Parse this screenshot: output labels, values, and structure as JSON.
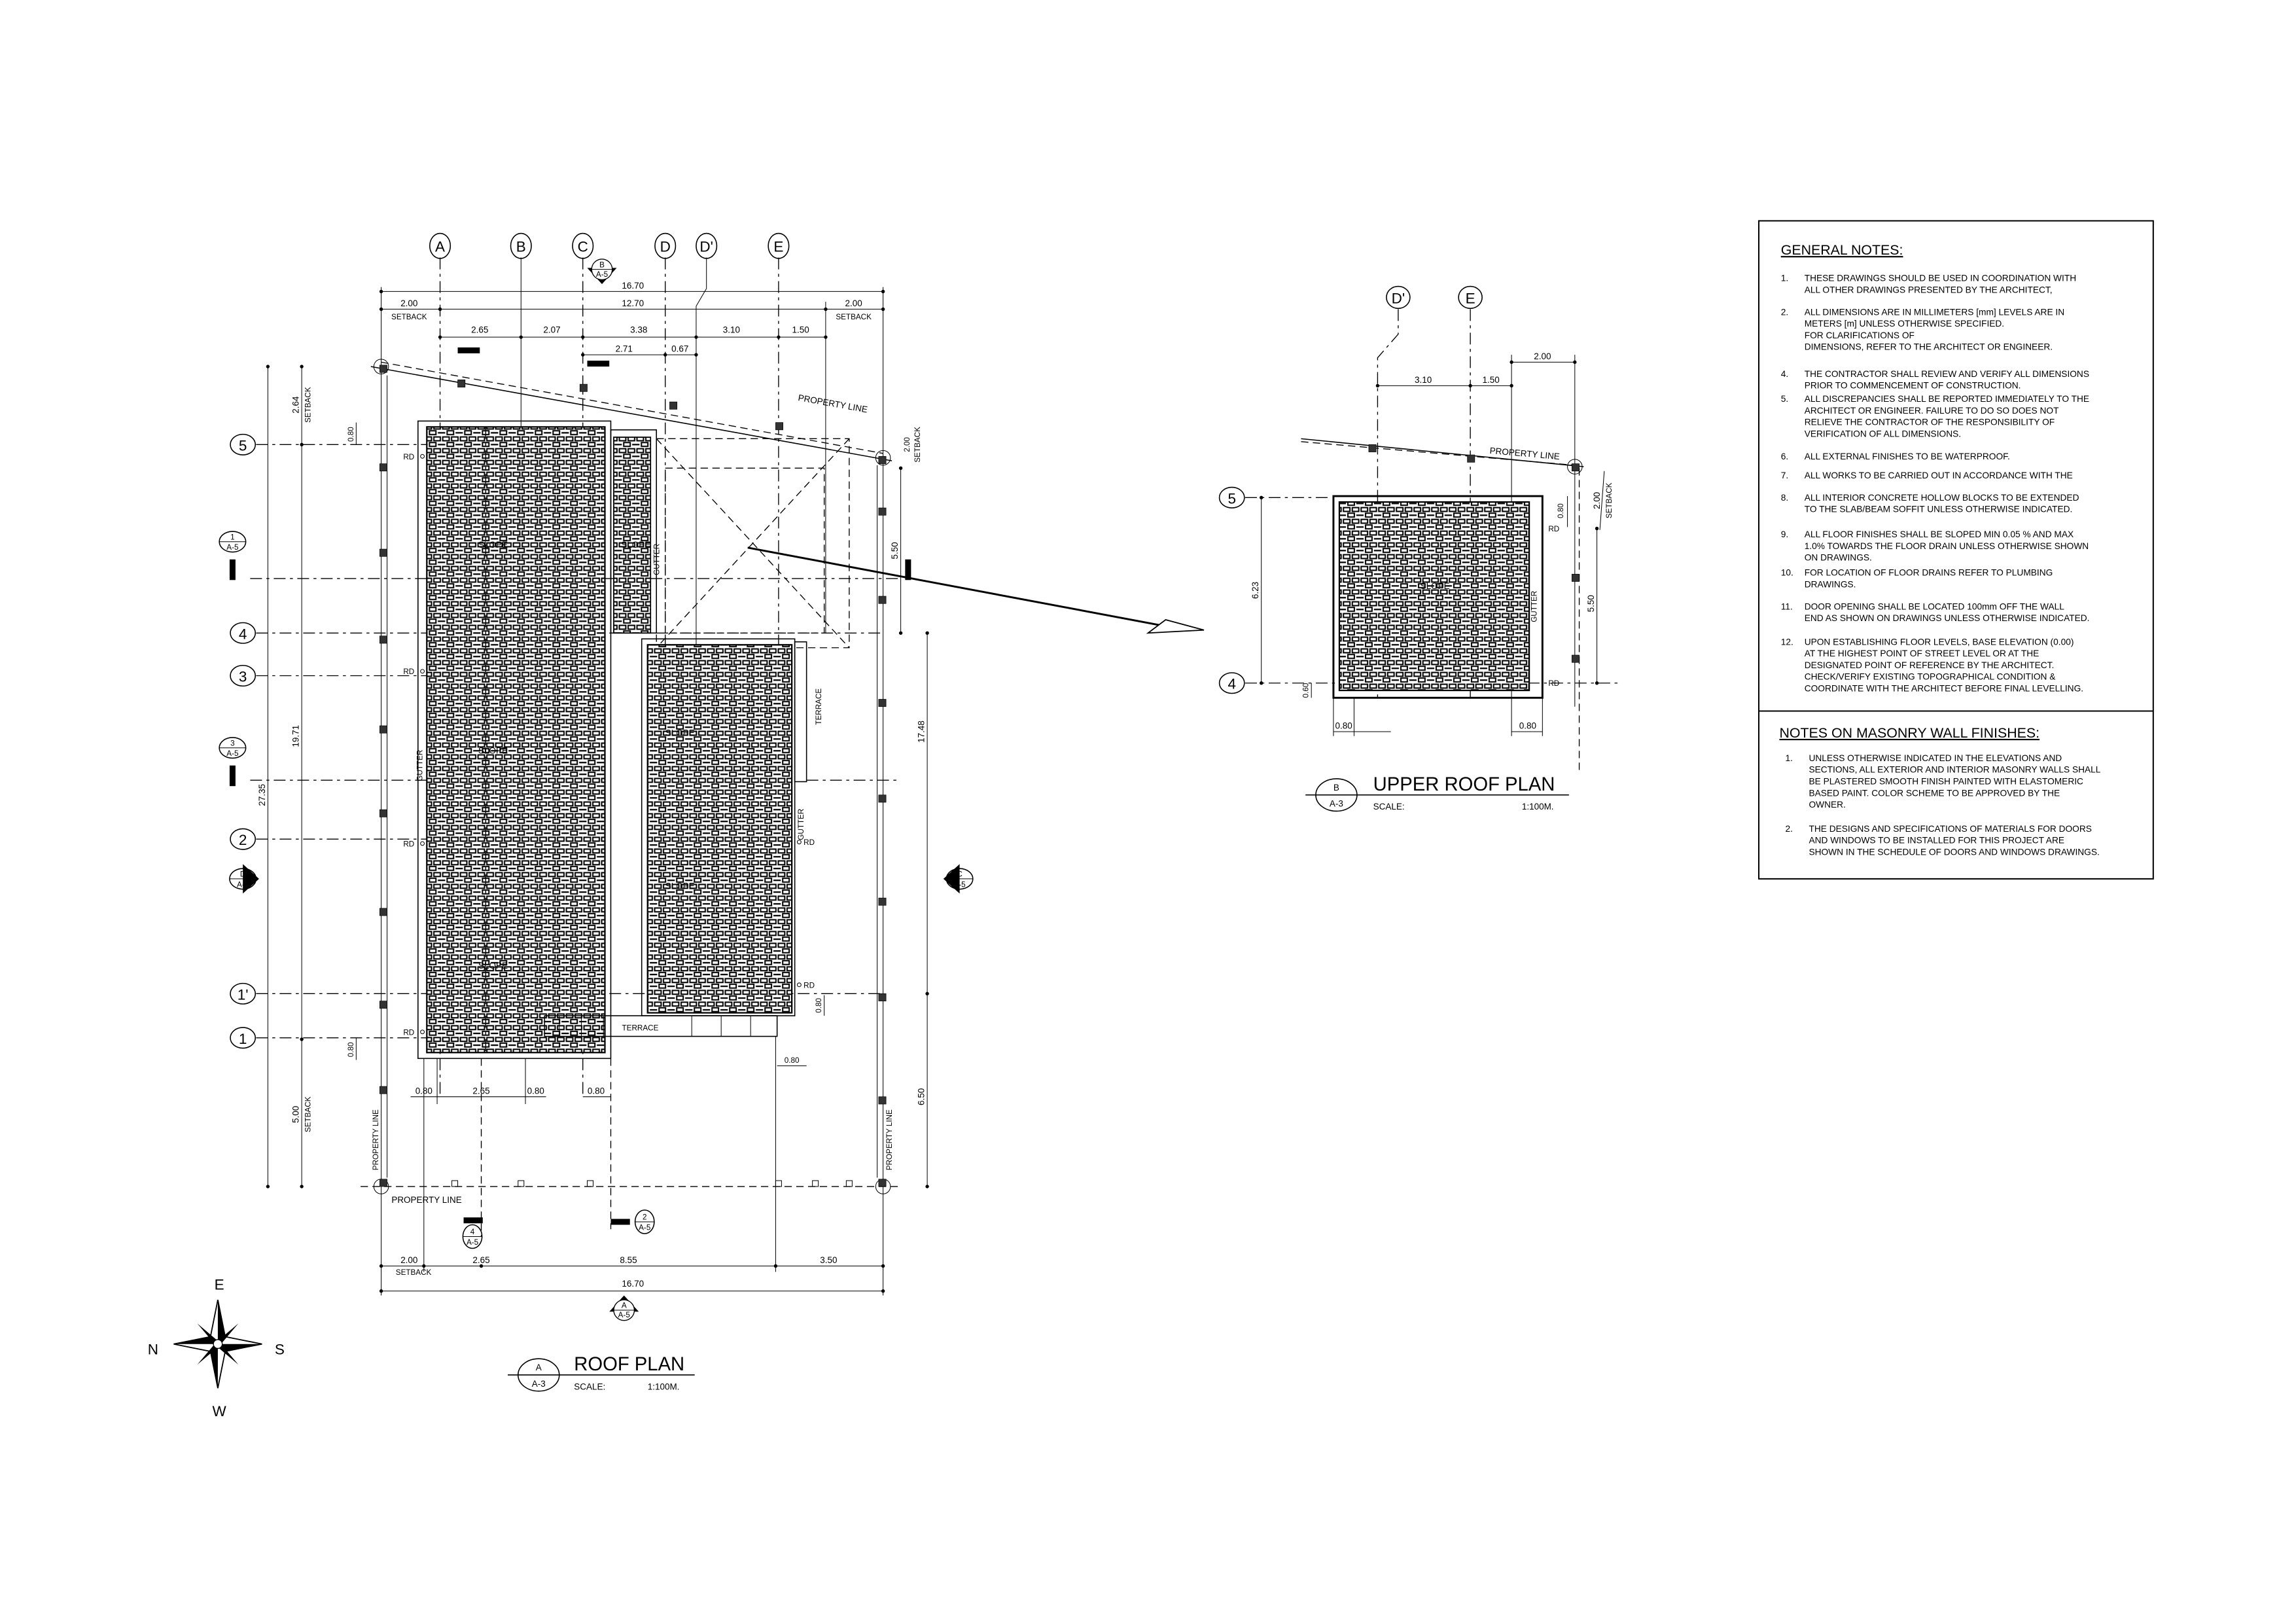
{
  "roof_plan": {
    "title": "ROOF PLAN",
    "ref_top": "A",
    "ref_bottom": "A-3",
    "scale_label": "SCALE:",
    "scale_value": "1:100M.",
    "grid_columns": [
      "A",
      "B",
      "C",
      "D",
      "D'",
      "E"
    ],
    "grid_rows": [
      "5",
      "4",
      "3",
      "2",
      "1'",
      "1"
    ],
    "dims_top": {
      "overall": "16.70",
      "inner": "12.70",
      "setback_left": "2.00",
      "setback_right": "2.00",
      "setback_label": "SETBACK",
      "bays": [
        "2.65",
        "2.07",
        "3.38",
        "3.10",
        "1.50"
      ],
      "sub": [
        "2.71",
        "0.67"
      ]
    },
    "dims_left": {
      "overall": "27.35",
      "mid": "19.71",
      "top_setback": "2.64",
      "bottom_setback": "5.00",
      "offset_top": "0.80",
      "offset_bottom": "0.80"
    },
    "dims_right": {
      "upper": "5.50",
      "middle": "17.48",
      "lower": "6.50",
      "setback": "2.00",
      "offset_lower": "0.80",
      "offset_terrace": "0.80"
    },
    "dims_bottom": {
      "setback": "2.00",
      "bays": [
        "2.65",
        "8.55",
        "3.50"
      ],
      "overall": "16.70",
      "eaves": [
        "0.80",
        "2.65",
        "0.80",
        "0.80"
      ]
    },
    "labels": {
      "property_line": "PROPERTY LINE",
      "terrace": "TERRACE",
      "gutter": "GUTTER",
      "slope": "SLOPE",
      "rd": "RD"
    },
    "section_markers": [
      {
        "num": "B",
        "sheet": "A-5"
      },
      {
        "num": "1",
        "sheet": "A-5"
      },
      {
        "num": "3",
        "sheet": "A-5"
      },
      {
        "num": "D",
        "sheet": "A-5"
      },
      {
        "num": "C",
        "sheet": "A-5"
      },
      {
        "num": "4",
        "sheet": "A-5"
      },
      {
        "num": "2",
        "sheet": "A-5"
      },
      {
        "num": "A",
        "sheet": "A-5"
      }
    ]
  },
  "compass": {
    "north": "N",
    "south": "S",
    "east": "E",
    "west": "W"
  },
  "upper_roof_plan": {
    "title": "UPPER ROOF PLAN",
    "ref_top": "B",
    "ref_bottom": "A-3",
    "scale_label": "SCALE:",
    "scale_value": "1:100M.",
    "grid_columns": [
      "D'",
      "E"
    ],
    "grid_rows": [
      "5",
      "4"
    ],
    "dims": {
      "setback_top": "2.00",
      "bays": [
        "3.10",
        "1.50"
      ],
      "height_left": "6.23",
      "height_right": "5.50",
      "setback_right": "2.00",
      "setback_label": "SETBACK",
      "offset_top": "0.80",
      "offset_bottom": "0.60",
      "eave_left": "0.80",
      "eave_right": "0.80"
    },
    "labels": {
      "property_line": "PROPERTY LINE",
      "gutter": "GUTTER",
      "slope": "SLOPE",
      "rd": "RD"
    }
  },
  "general_notes": {
    "title": "GENERAL NOTES:",
    "items": [
      {
        "num": "1.",
        "lines": [
          "THESE DRAWINGS SHOULD BE USED IN COORDINATION WITH",
          "ALL OTHER DRAWINGS PRESENTED BY THE ARCHITECT,"
        ]
      },
      {
        "num": "2.",
        "lines": [
          "ALL DIMENSIONS ARE IN MILLIMETERS [mm] LEVELS ARE IN",
          "METERS [m] UNLESS OTHERWISE SPECIFIED.",
          "FOR CLARIFICATIONS OF",
          "DIMENSIONS, REFER TO THE ARCHITECT OR ENGINEER."
        ]
      },
      {
        "num": "4.",
        "lines": [
          "THE CONTRACTOR SHALL REVIEW AND VERIFY ALL DIMENSIONS",
          "PRIOR TO COMMENCEMENT OF CONSTRUCTION."
        ]
      },
      {
        "num": "5.",
        "lines": [
          "ALL DISCREPANCIES SHALL BE REPORTED IMMEDIATELY TO THE",
          "ARCHITECT OR ENGINEER. FAILURE TO DO SO DOES NOT",
          "RELIEVE THE CONTRACTOR OF THE RESPONSIBILITY OF",
          "VERIFICATION OF ALL DIMENSIONS."
        ]
      },
      {
        "num": "6.",
        "lines": [
          "ALL EXTERNAL FINISHES TO BE WATERPROOF."
        ]
      },
      {
        "num": "7.",
        "lines": [
          "ALL WORKS TO BE CARRIED OUT IN ACCORDANCE WITH THE"
        ]
      },
      {
        "num": "8.",
        "lines": [
          "ALL INTERIOR CONCRETE HOLLOW BLOCKS TO BE EXTENDED",
          "TO THE SLAB/BEAM SOFFIT UNLESS OTHERWISE INDICATED."
        ]
      },
      {
        "num": "9.",
        "lines": [
          "ALL FLOOR FINISHES SHALL BE SLOPED MIN 0.05  % AND MAX",
          "1.0% TOWARDS THE FLOOR DRAIN UNLESS OTHERWISE SHOWN",
          "ON DRAWINGS."
        ]
      },
      {
        "num": "10.",
        "lines": [
          "FOR LOCATION OF FLOOR DRAINS REFER TO PLUMBING",
          "DRAWINGS."
        ]
      },
      {
        "num": "11.",
        "lines": [
          "DOOR OPENING SHALL BE LOCATED 100mm OFF THE WALL",
          "END AS SHOWN ON DRAWINGS UNLESS OTHERWISE INDICATED."
        ]
      },
      {
        "num": "12.",
        "lines": [
          "UPON ESTABLISHING FLOOR LEVELS, BASE ELEVATION (0.00)",
          "AT THE HIGHEST POINT OF STREET LEVEL OR AT THE",
          "DESIGNATED POINT OF REFERENCE BY THE ARCHITECT.",
          "CHECK/VERIFY EXISTING TOPOGRAPHICAL CONDITION &",
          "COORDINATE WITH THE ARCHITECT BEFORE FINAL LEVELLING."
        ]
      }
    ]
  },
  "masonry_notes": {
    "title": "NOTES ON MASONRY WALL FINISHES:",
    "items": [
      {
        "num": "1.",
        "lines": [
          "UNLESS OTHERWISE INDICATED IN THE ELEVATIONS AND",
          "SECTIONS, ALL EXTERIOR AND INTERIOR MASONRY WALLS SHALL",
          "BE PLASTERED SMOOTH FINISH PAINTED WITH ELASTOMERIC",
          "BASED PAINT. COLOR SCHEME TO BE APPROVED BY THE",
          "OWNER."
        ]
      },
      {
        "num": "2.",
        "lines": [
          "THE DESIGNS AND SPECIFICATIONS OF MATERIALS FOR DOORS",
          "AND WINDOWS TO BE INSTALLED FOR THIS PROJECT ARE",
          "SHOWN IN THE SCHEDULE OF DOORS AND WINDOWS DRAWINGS."
        ]
      }
    ]
  }
}
